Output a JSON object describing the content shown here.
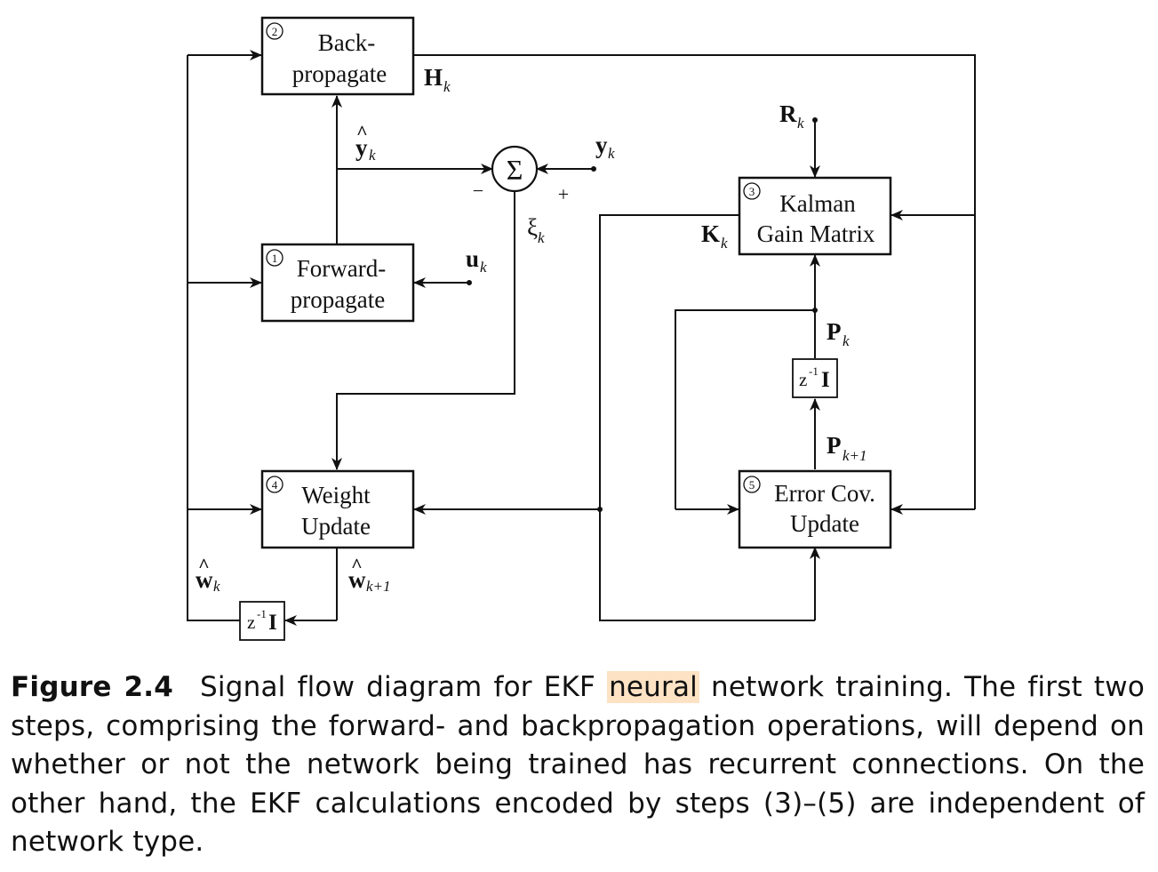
{
  "blocks": {
    "backpropagate": {
      "number": "2",
      "line1": "Back-",
      "line2": "propagate"
    },
    "forward": {
      "number": "1",
      "line1": "Forward-",
      "line2": "propagate"
    },
    "kalman": {
      "number": "3",
      "line1": "Kalman",
      "line2": "Gain Matrix"
    },
    "weight": {
      "number": "4",
      "line1": "Weight",
      "line2": "Update"
    },
    "errorcov": {
      "number": "5",
      "line1": "Error Cov.",
      "line2": "Update"
    },
    "delay_w": {
      "label": "z",
      "exp": "-1",
      "matrix": "I"
    },
    "delay_p": {
      "label": "z",
      "exp": "-1",
      "matrix": "I"
    }
  },
  "summer": {
    "symbol": "Σ",
    "minus": "−",
    "plus": "+"
  },
  "signals": {
    "H": {
      "main": "H",
      "sub": "k"
    },
    "yhat": {
      "main": "y",
      "hat": "^",
      "sub": "k"
    },
    "y": {
      "main": "y",
      "sub": "k"
    },
    "xi": {
      "main": "ξ",
      "sub": "k"
    },
    "u": {
      "main": "u",
      "sub": "k"
    },
    "R": {
      "main": "R",
      "sub": "k"
    },
    "K": {
      "main": "K",
      "sub": "k"
    },
    "P": {
      "main": "P",
      "sub": "k"
    },
    "P_next": {
      "main": "P",
      "sub": "k+1"
    },
    "w": {
      "main": "w",
      "hat": "^",
      "sub": "k"
    },
    "w_next": {
      "main": "w",
      "hat": "^",
      "sub": "k+1"
    }
  },
  "caption": {
    "label": "Figure 2.4",
    "before_highlight": "Signal flow diagram for EKF ",
    "highlight": "neural",
    "after_highlight": " network training. The first two steps, comprising the forward- and backpropagation operations, will depend on whether or not the network being trained has recurrent connections. On the other hand, the EKF calculations encoded by steps (3)–(5) are independent of network type."
  },
  "colors": {
    "ink": "#111111",
    "highlight": "#fde2c4"
  }
}
